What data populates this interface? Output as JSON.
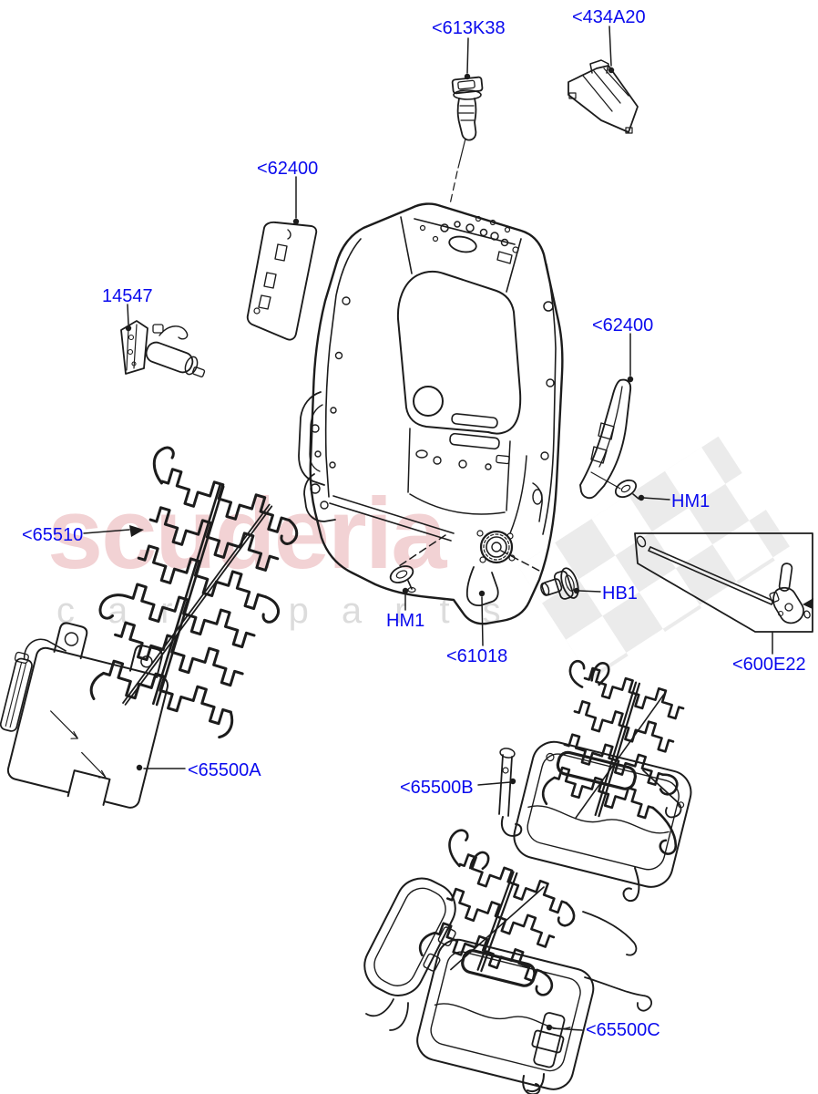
{
  "theme": {
    "page_bg": "#ffffff",
    "label_color": "#0a0aee",
    "line_color": "#1c1c1c",
    "watermark_pink": "rgba(217,125,132,0.35)",
    "watermark_gray": "rgba(40,40,40,0.16)",
    "checker_gray": "#dadada"
  },
  "watermark": {
    "line1": "scuderia",
    "line2": "car parts"
  },
  "labels": [
    {
      "id": "613K38",
      "text": "<613K38"
    },
    {
      "id": "434A20",
      "text": "<434A20"
    },
    {
      "id": "62400-left",
      "text": "<62400"
    },
    {
      "id": "14547",
      "text": "14547"
    },
    {
      "id": "62400-right",
      "text": "<62400"
    },
    {
      "id": "HM1-right",
      "text": "HM1"
    },
    {
      "id": "HB1",
      "text": "HB1"
    },
    {
      "id": "HM1-lower",
      "text": "HM1"
    },
    {
      "id": "61018",
      "text": "<61018"
    },
    {
      "id": "600E22",
      "text": "<600E22"
    },
    {
      "id": "65510",
      "text": "<65510"
    },
    {
      "id": "65500A",
      "text": "<65500A"
    },
    {
      "id": "65500B",
      "text": "<65500B"
    },
    {
      "id": "65500C",
      "text": "<65500C"
    }
  ]
}
